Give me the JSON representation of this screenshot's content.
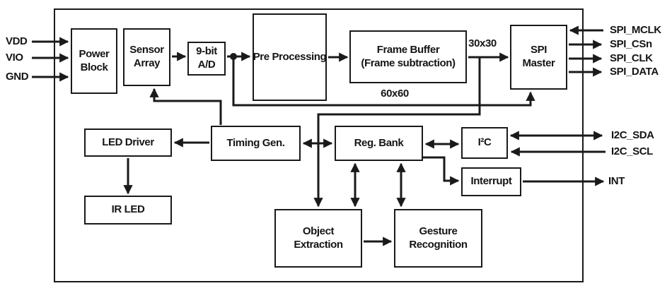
{
  "diagram": {
    "background": "#ffffff",
    "line_color": "#1a1a1a",
    "box_border_color": "#1a1a1a",
    "text_color": "#151515",
    "blocks": {
      "power_block": {
        "line1": "Power",
        "line2": "Block"
      },
      "sensor_array": {
        "line1": "Sensor",
        "line2": "Array"
      },
      "adc": {
        "line1": "9-bit",
        "line2": "A/D"
      },
      "pre_processing": {
        "line1": "Pre Processing"
      },
      "frame_buffer": {
        "line1": "Frame Buffer",
        "line2": "(Frame subtraction)"
      },
      "spi_master": {
        "line1": "SPI",
        "line2": "Master"
      },
      "timing_gen": {
        "line1": "Timing Gen."
      },
      "led_driver": {
        "line1": "LED Driver"
      },
      "ir_led": {
        "line1": "IR LED"
      },
      "reg_bank": {
        "line1": "Reg. Bank"
      },
      "i2c": {
        "line1": "I²C"
      },
      "interrupt": {
        "line1": "Interrupt"
      },
      "object_extraction": {
        "line1": "Object",
        "line2": "Extraction"
      },
      "gesture_recognition": {
        "line1": "Gesture",
        "line2": "Recognition"
      }
    },
    "signals": {
      "left": [
        "VDD",
        "VIO",
        "GND"
      ],
      "spi": [
        "SPI_MCLK",
        "SPI_CSn",
        "SPI_CLK",
        "SPI_DATA"
      ],
      "i2c": [
        "I2C_SDA",
        "I2C_SCL"
      ],
      "interrupt_out": "INT"
    },
    "bus_labels": {
      "frame_buffer_out": "30x30",
      "adc_out": "60x60"
    }
  }
}
